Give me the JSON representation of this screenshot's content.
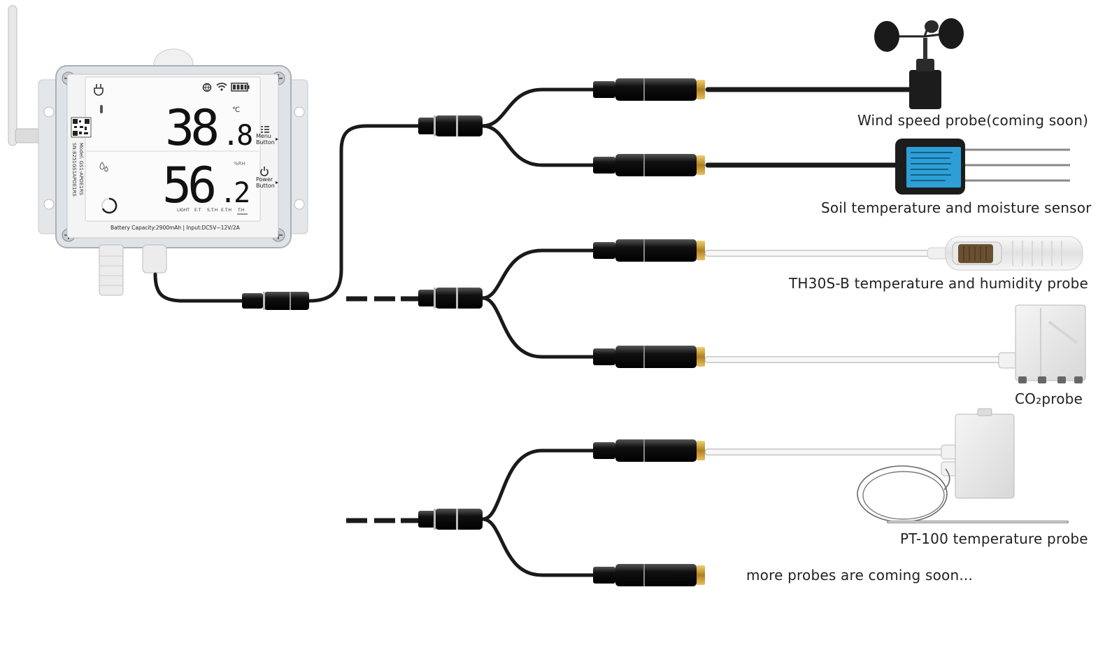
{
  "device": {
    "big_reading_1": "38",
    "small_reading_1": ".8",
    "unit_1": "℃",
    "big_reading_2": "56",
    "small_reading_2": ".2",
    "unit_2": "%RH",
    "menu_label_1": "Menu",
    "menu_label_2": "Button",
    "power_label_1": "Power",
    "power_label_2": "Button",
    "modes": [
      "LIGHT",
      "E.T",
      "S.T.H",
      "E.T.H",
      "T.H"
    ],
    "battery_text": "Battery Capacity:2900mAh | Input:DC5V~12V/2A",
    "side_model": "Model: GS1-APOE1RS",
    "side_sn": "SN:8251GS1APOE1RS"
  },
  "probes": [
    {
      "label": "Wind speed probe(coming soon)"
    },
    {
      "label": "Soil temperature and moisture sensor"
    },
    {
      "label": "TH30S-B temperature and humidity probe"
    },
    {
      "label": "CO₂probe"
    },
    {
      "label": "PT-100 temperature probe"
    },
    {
      "label": "more probes are coming soon..."
    }
  ],
  "colors": {
    "cable_black": "#1a1a1a",
    "cable_white": "#f2f2f2",
    "gold": "#c8a040",
    "soil_blue": "#2e9fd6",
    "enclosure": "#dfe3e8"
  }
}
